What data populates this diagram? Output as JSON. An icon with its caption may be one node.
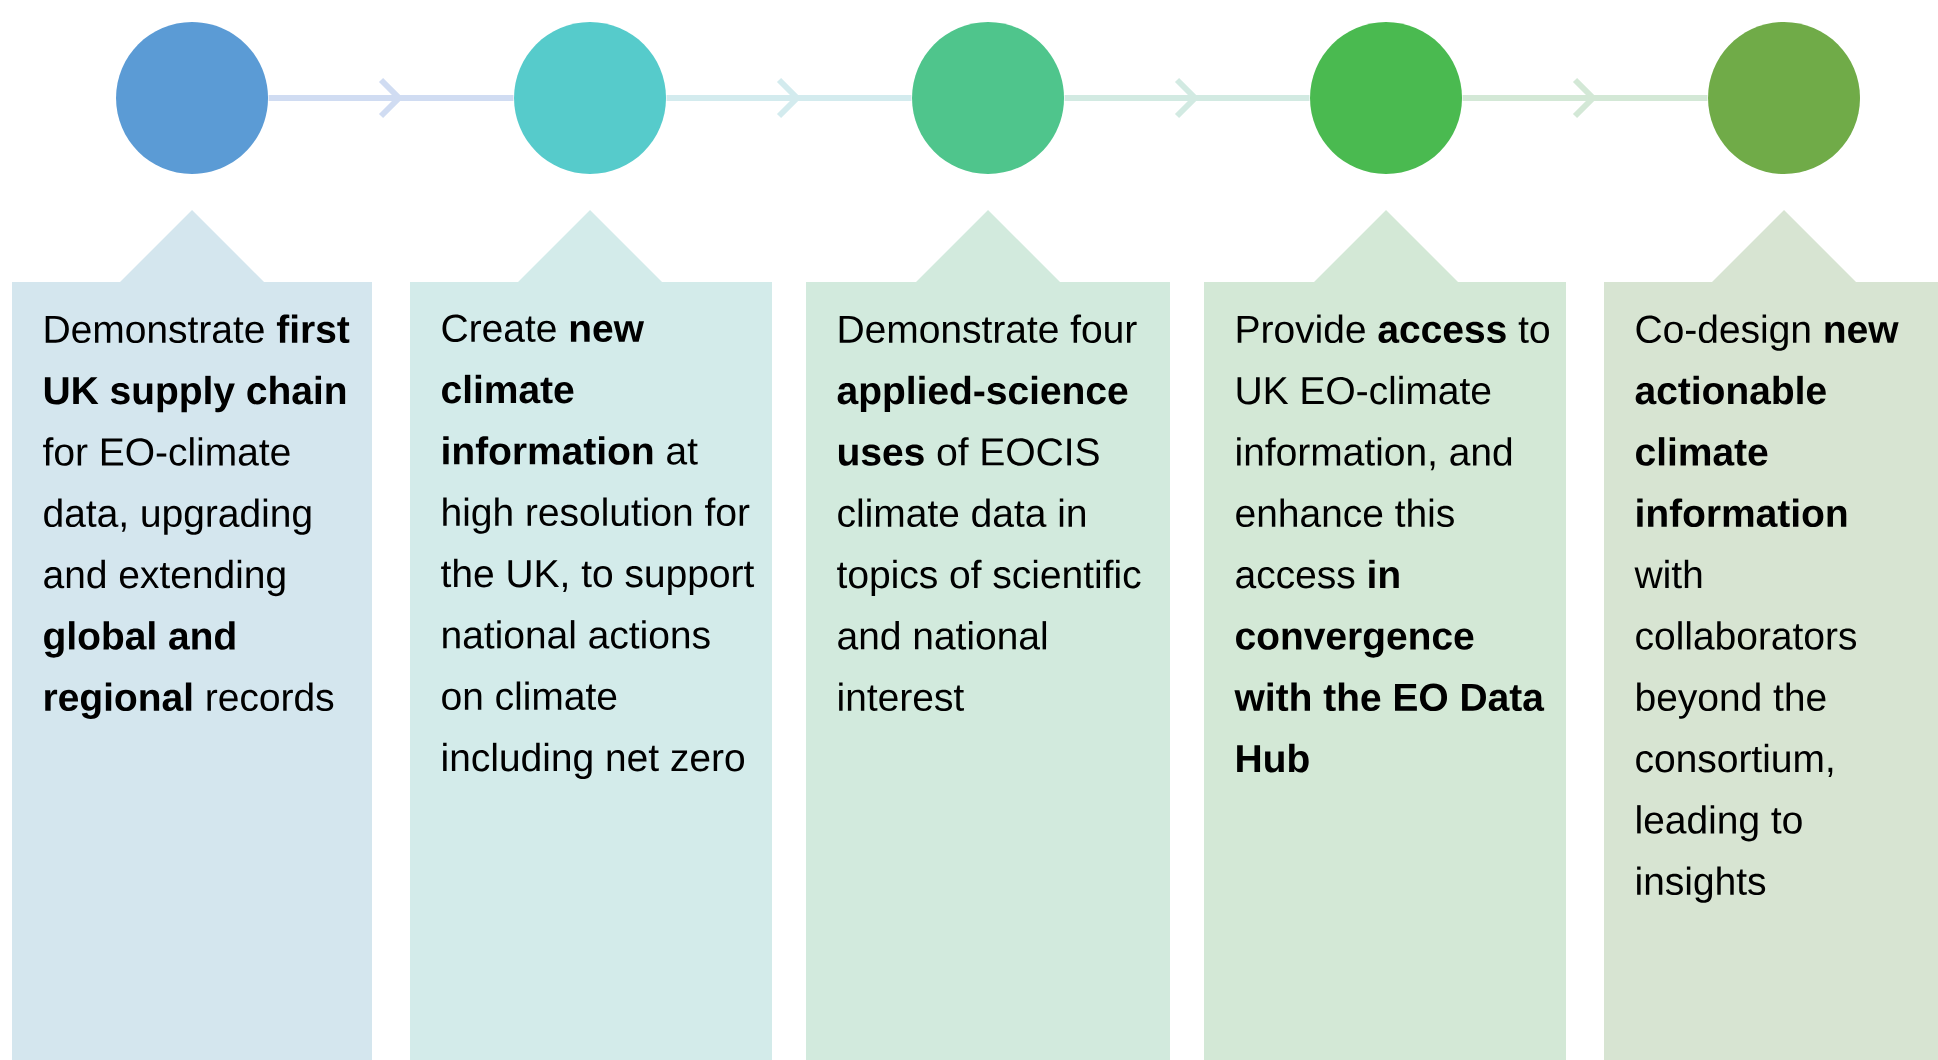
{
  "diagram": {
    "nodes": [
      {
        "text": [],
        "shape": "circle"
      },
      {
        "text": [],
        "shape": "circle"
      },
      {
        "text": [],
        "shape": "circle"
      },
      {
        "text": [],
        "shape": "circle"
      },
      {
        "text": [],
        "shape": "circle"
      },
      {
        "text": [
          "Demonstrate **first UK supply chain** for EO-climate data, upgrading and extending **global and regional** records"
        ]
      },
      {
        "text": [
          "Create **new climate information** at high resolution for the UK, to support national actions on climate including net zero"
        ]
      },
      {
        "text": [
          "Demonstrate four **applied-science uses** of EOCIS climate data in topics of scientific and national interest"
        ]
      },
      {
        "text": [
          "Provide **access** to UK EO-climate information, and enhance this access **in convergence with the EO Data Hub**"
        ]
      },
      {
        "text": [
          "Co-design **new actionable climate information** with collaborators beyond the consortium, leading to insights"
        ]
      }
    ],
    "edges": [
      {
        "from": 0,
        "to": 1,
        "arrow": "to"
      },
      {
        "from": 1,
        "to": 2,
        "arrow": "to"
      },
      {
        "from": 2,
        "to": 3,
        "arrow": "to"
      },
      {
        "from": 3,
        "to": 4,
        "arrow": "to"
      }
    ]
  }
}
